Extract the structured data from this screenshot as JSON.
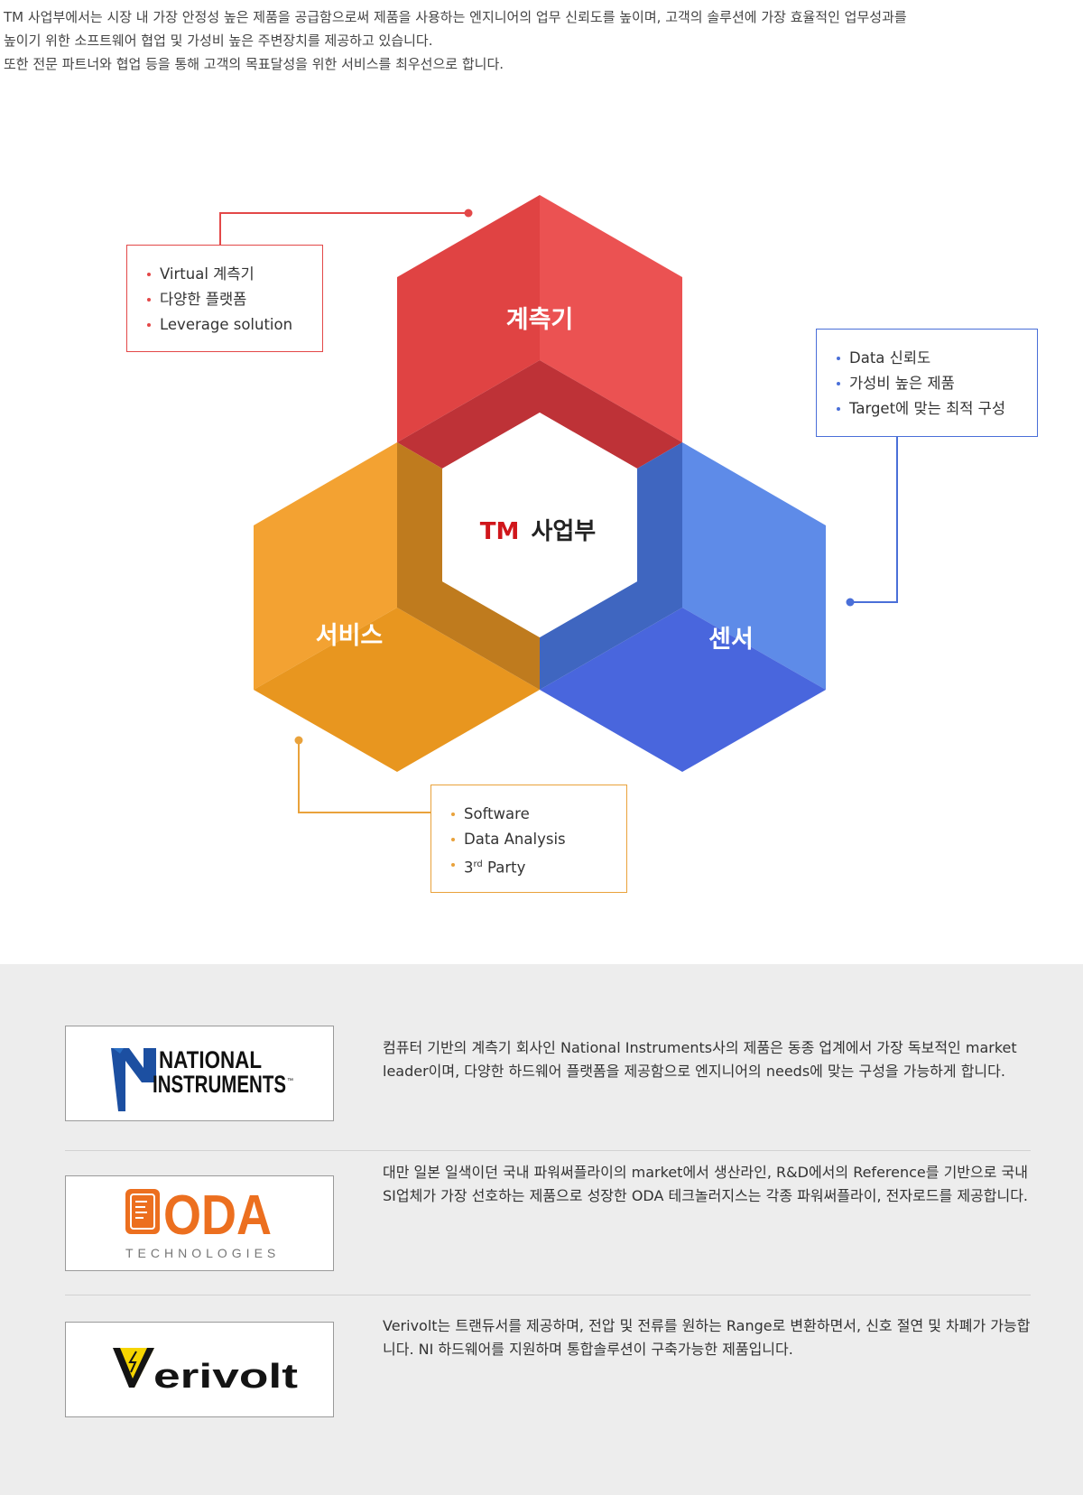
{
  "intro": {
    "line1": "TM 사업부에서는 시장 내 가장 안정성 높은 제품을 공급함으로써 제품을 사용하는 엔지니어의 업무 신뢰도를 높이며, 고객의 솔루션에 가장 효율적인 업무성과를",
    "line2": "높이기 위한 소프트웨어 협업 및 가성비 높은 주변장치를 제공하고 있습니다.",
    "line3": "또한 전문 파트너와 협업 등을 통해 고객의 목표달성을 위한 서비스를 최우선으로 합니다."
  },
  "diagram": {
    "center": {
      "tm": "TM",
      "label": "사업부"
    },
    "segments": {
      "measure": "계측기",
      "sensor": "센서",
      "service": "서비스"
    },
    "callouts": {
      "measure": [
        "Virtual 계측기",
        "다양한 플랫폼",
        "Leverage solution"
      ],
      "sensor": [
        "Data 신뢰도",
        "가성비 높은 제품",
        "Target에 맞는 최적 구성"
      ],
      "service": {
        "item1": "Software",
        "item2": "Data Analysis",
        "item3_num": "3",
        "item3_sup": "rd",
        "item3_rest": " Party"
      }
    },
    "colors": {
      "red": "#e34848",
      "blue": "#4a6fd8",
      "orange": "#e9a23b",
      "tm_red": "#d0161b"
    }
  },
  "partners": [
    {
      "logo_line1": "NATIONAL",
      "logo_line2": "INSTRUMENTS",
      "logo_tm": "™",
      "text": "컴퓨터 기반의 계측기 회사인 National Instruments사의 제품은 동종 업계에서 가장 독보적인 market leader이며, 다양한 하드웨어 플랫폼을 제공함으로 엔지니어의 needs에 맞는 구성을 가능하게 합니다."
    },
    {
      "logo_main": "ODA",
      "logo_sub": "TECHNOLOGIES",
      "text": "대만 일본 일색이던 국내 파워써플라이의 market에서 생산라인, R&D에서의 Reference를 기반으로 국내 SI업체가 가장 선호하는 제품으로 성장한 ODA 테크놀러지스는 각종 파워써플라이, 전자로드를 제공합니다."
    },
    {
      "logo_main": "erivolt",
      "text": "Verivolt는 트랜듀서를 제공하며, 전압 및 전류를 원하는 Range로 변환하면서, 신호 절연 및 차폐가 가능합니다. NI 하드웨어를 지원하며 통합솔루션이 구축가능한 제품입니다."
    }
  ]
}
